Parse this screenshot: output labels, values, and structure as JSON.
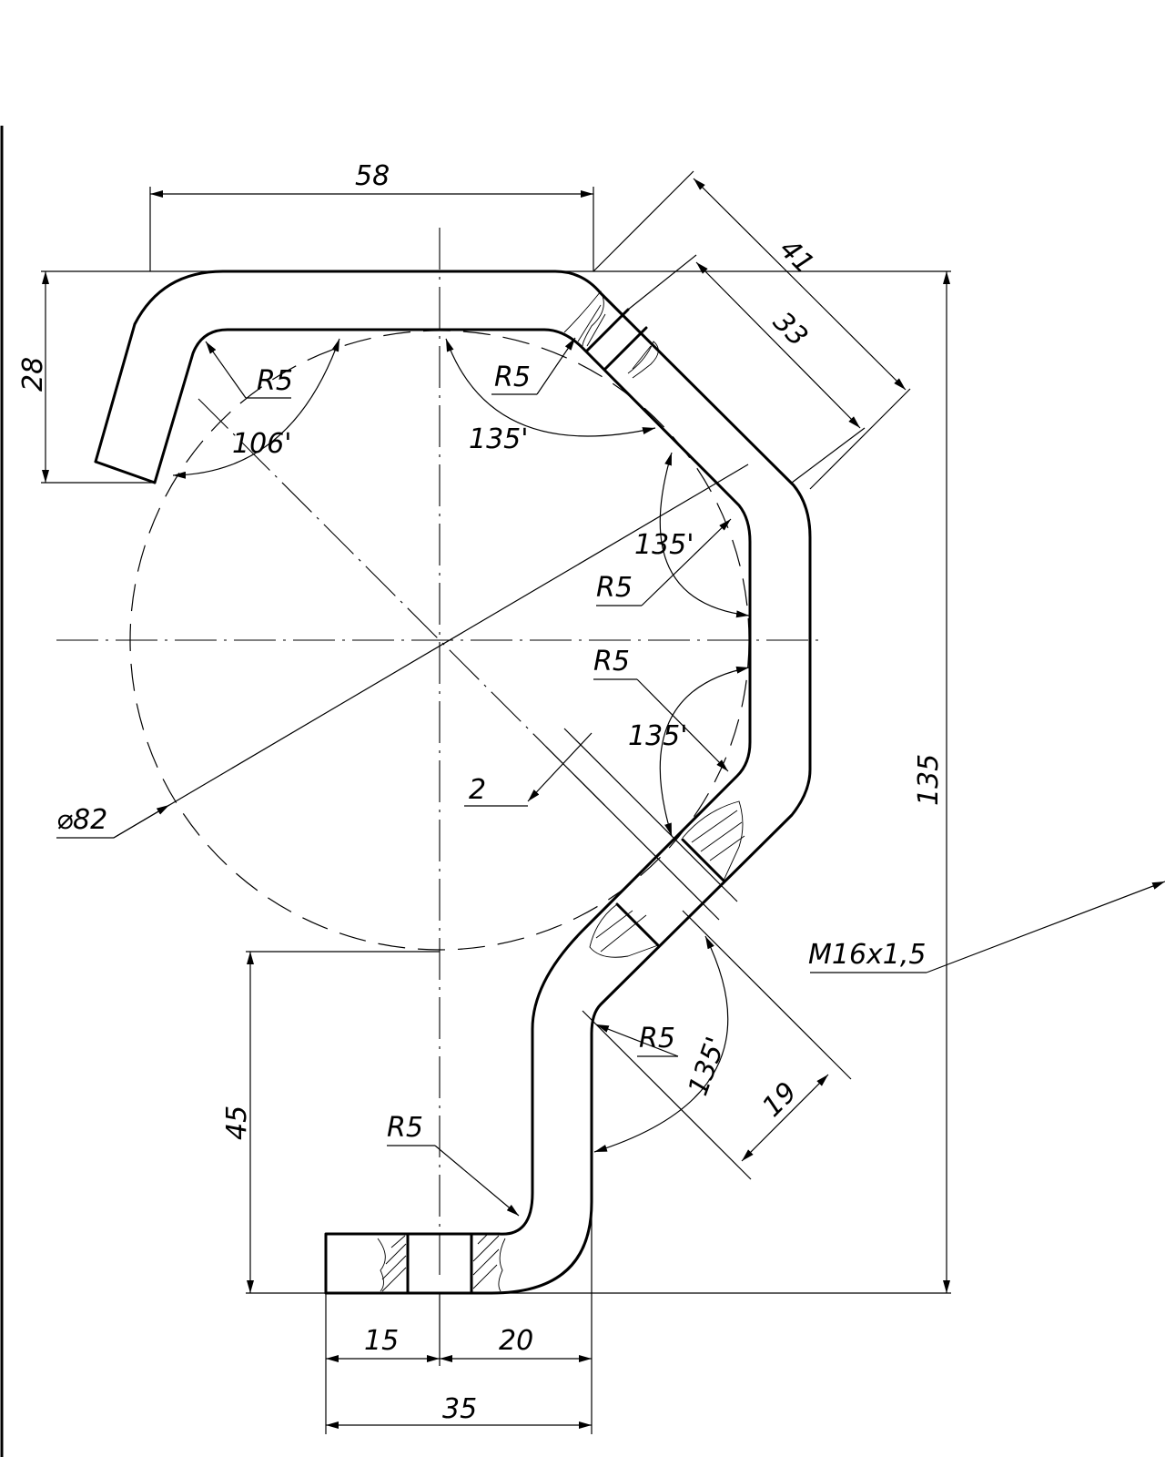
{
  "drawing": {
    "dimensions": {
      "top_width": "58",
      "slant_41": "41",
      "slant_33": "33",
      "height_28": "28",
      "overall_height": "135",
      "lower_height": "45",
      "bottom_left": "15",
      "bottom_right": "20",
      "bottom_total": "35",
      "slant_19": "19",
      "gap_2": "2",
      "diameter": "⌀82",
      "thread": "M16x1,5"
    },
    "radii": {
      "r_top_left": "R5",
      "r_top_right": "R5",
      "r_mid_upper": "R5",
      "r_mid_lower": "R5",
      "r_lower_right": "R5",
      "r_bottom": "R5"
    },
    "angles": {
      "a_106": "106'",
      "a_135_top": "135'",
      "a_135_upper": "135'",
      "a_135_mid": "135'",
      "a_135_lower": "135'"
    }
  }
}
